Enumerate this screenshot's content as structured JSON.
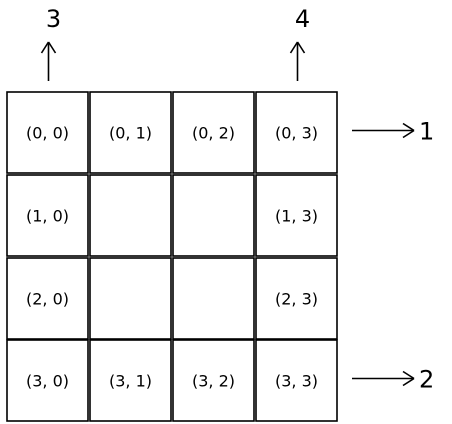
{
  "grid": {
    "rows": 4,
    "cols": 4,
    "cells": [
      {
        "row": 0,
        "col": 0,
        "label": "(0, 0)"
      },
      {
        "row": 0,
        "col": 1,
        "label": "(0, 1)"
      },
      {
        "row": 0,
        "col": 2,
        "label": "(0, 2)"
      },
      {
        "row": 0,
        "col": 3,
        "label": "(0, 3)"
      },
      {
        "row": 1,
        "col": 0,
        "label": "(1, 0)"
      },
      {
        "row": 1,
        "col": 1,
        "label": ""
      },
      {
        "row": 1,
        "col": 2,
        "label": ""
      },
      {
        "row": 1,
        "col": 3,
        "label": "(1, 3)"
      },
      {
        "row": 2,
        "col": 0,
        "label": "(2, 0)"
      },
      {
        "row": 2,
        "col": 1,
        "label": ""
      },
      {
        "row": 2,
        "col": 2,
        "label": ""
      },
      {
        "row": 2,
        "col": 3,
        "label": "(2, 3)"
      },
      {
        "row": 3,
        "col": 0,
        "label": "(3, 0)"
      },
      {
        "row": 3,
        "col": 1,
        "label": "(3, 1)"
      },
      {
        "row": 3,
        "col": 2,
        "label": "(3, 2)"
      },
      {
        "row": 3,
        "col": 3,
        "label": "(3, 3)"
      }
    ]
  },
  "arrows": [
    {
      "label": "1",
      "direction": "right",
      "attached_row": 0
    },
    {
      "label": "2",
      "direction": "right",
      "attached_row": 3
    },
    {
      "label": "3",
      "direction": "up",
      "attached_col": 0
    },
    {
      "label": "4",
      "direction": "up",
      "attached_col": 3
    }
  ]
}
